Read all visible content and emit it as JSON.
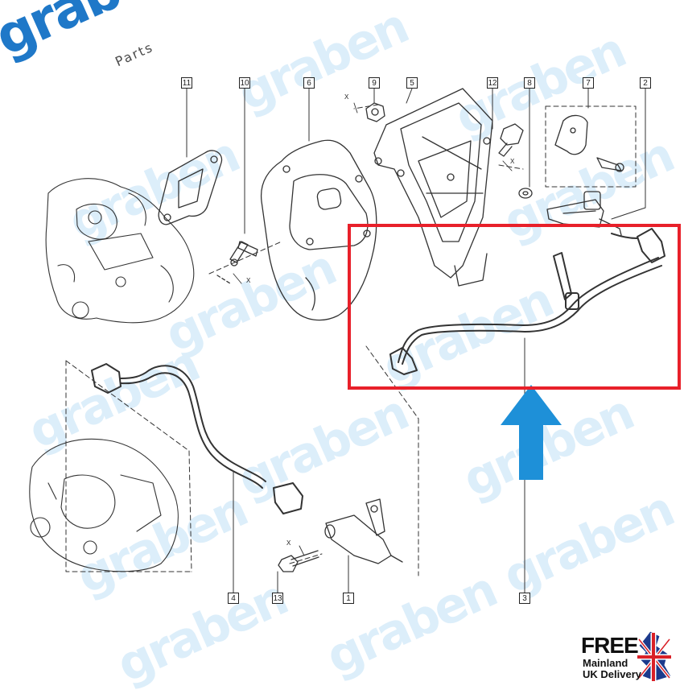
{
  "brand": {
    "name": "graben",
    "sub": "Parts",
    "color": "#1f78c8"
  },
  "watermark_color": "#dceefa",
  "callouts": [
    "1",
    "2",
    "3",
    "4",
    "5",
    "6",
    "7",
    "8",
    "9",
    "10",
    "11",
    "12",
    "13"
  ],
  "axis_marker": "X",
  "highlight_color": "#e8202a",
  "arrow_color": "#1e90d8",
  "delivery": {
    "line1": "FREE",
    "line2": "Mainland",
    "line3": "UK Delivery",
    "flag_icon": "uk-flag-icon"
  }
}
